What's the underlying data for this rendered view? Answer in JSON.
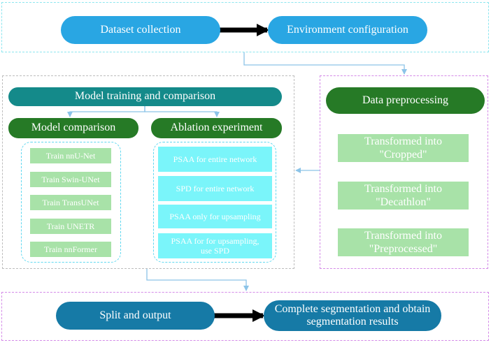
{
  "colors": {
    "blue_pill": "#29a6e3",
    "teal_pill": "#148a8a",
    "green_pill": "#267a26",
    "dark_blue_pill": "#167aa6",
    "light_green_box": "#a8e2a8",
    "cyan_box": "#7af5fa",
    "cyan_dash": "#8ce6ef",
    "gray_dash": "#bdbdbd",
    "magenta_dash": "#d48ae8",
    "arrow_blue": "#8cc4e8",
    "arrow_black": "#000000"
  },
  "top": {
    "dataset_collection": "Dataset collection",
    "environment_configuration": "Environment configuration"
  },
  "training": {
    "title": "Model training and comparison",
    "model_comparison": "Model comparison",
    "ablation_experiment": "Ablation experiment",
    "models": [
      "Train nnU-Net",
      "Train Swin-UNet",
      "Train TransUNet",
      "Train UNETR",
      "Train nnFormer"
    ],
    "ablations": [
      "PSAA for entire network",
      "SPD for entire network",
      "PSAA only for upsampling",
      "PSAA for for upsampling, use SPD"
    ]
  },
  "preprocessing": {
    "title": "Data preprocessing",
    "steps": [
      "Transformed into \"Cropped\"",
      "Transformed into \"Decathlon\"",
      "Transformed into \"Preprocessed\""
    ]
  },
  "bottom": {
    "split_output": "Split and output",
    "complete": "Complete segmentation and obtain segmentation results"
  }
}
